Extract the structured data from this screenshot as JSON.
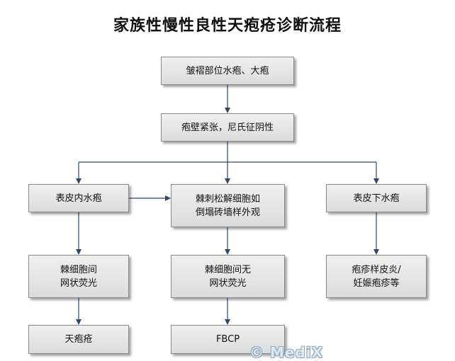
{
  "title": "家族性慢性良性天疱疮诊断流程",
  "nodes": {
    "n1": "皱褶部位水疱、大疱",
    "n2": "疱壁紧张，尼氏征阴性",
    "n3": "表皮内水疱",
    "n4": "棘刺松解细胞如\n倒塌砖墙样外观",
    "n5": "表皮下水疱",
    "n6": "棘细胞间\n网状荧光",
    "n7": "棘细胞间无\n网状荧光",
    "n8": "疱疹样皮炎/\n妊娠疱疹等",
    "n9": "天疱疮",
    "n10": "FBCP"
  },
  "watermark": "© MediX",
  "colors": {
    "box_fill": "#e6e6e6",
    "border": "#8a8a8a",
    "arrow": "#2e4a6b"
  }
}
